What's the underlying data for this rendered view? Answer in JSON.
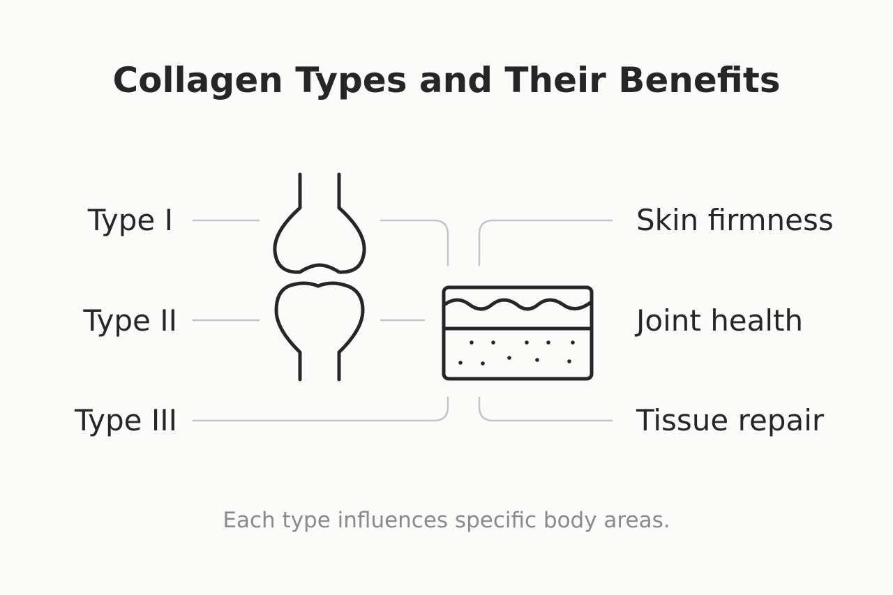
{
  "title": "Collagen Types and Their Benefits",
  "types": [
    {
      "label": "Type I"
    },
    {
      "label": "Type II"
    },
    {
      "label": "Type III"
    }
  ],
  "benefits": [
    {
      "label": "Skin firmness"
    },
    {
      "label": "Joint health"
    },
    {
      "label": "Tissue repair"
    }
  ],
  "icons": {
    "joint": "knee-joint-icon",
    "skin": "skin-layer-icon"
  },
  "caption": "Each type influences specific body areas.",
  "colors": {
    "text": "#262626",
    "connector": "#c4c4c4",
    "caption": "#8a8a8a",
    "background": "#fbfbf9"
  }
}
